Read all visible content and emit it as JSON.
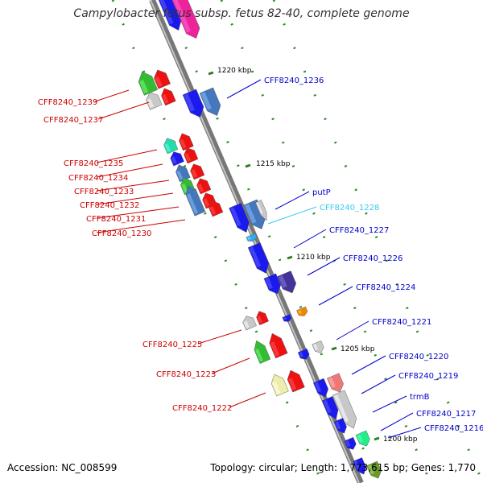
{
  "title": "Campylobacter fetus subsp. fetus 82-40, complete genome",
  "footer": {
    "accession": "Accession: NC_008599",
    "info": "Topology: circular; Length: 1,773,615 bp; Genes: 1,770"
  },
  "colors": {
    "backbone": "#8c8c8c",
    "label_left": "#cc0000",
    "label_right": "#0000cc",
    "label_highlight": "#33ccee",
    "scale_tick": "#2e7d1e"
  },
  "scale_labels": [
    {
      "text": "1220 kbp",
      "id": "kbp-1220"
    },
    {
      "text": "1215 kbp",
      "id": "kbp-1215"
    },
    {
      "text": "1210 kbp",
      "id": "kbp-1210"
    },
    {
      "text": "1205 kbp",
      "id": "kbp-1205"
    },
    {
      "text": "1200 kbp",
      "id": "kbp-1200"
    }
  ],
  "labels_left": [
    "CFF8240_1239",
    "CFF8240_1237",
    "CFF8240_1235",
    "CFF8240_1234",
    "CFF8240_1233",
    "CFF8240_1232",
    "CFF8240_1231",
    "CFF8240_1230",
    "CFF8240_1225",
    "CFF8240_1223",
    "CFF8240_1222"
  ],
  "labels_right": [
    "CFF8240_1236",
    "putP",
    "CFF8240_1228",
    "CFF8240_1227",
    "CFF8240_1226",
    "CFF8240_1224",
    "CFF8240_1221",
    "CFF8240_1220",
    "CFF8240_1219",
    "trmB",
    "CFF8240_1217",
    "CFF8240_1216"
  ]
}
